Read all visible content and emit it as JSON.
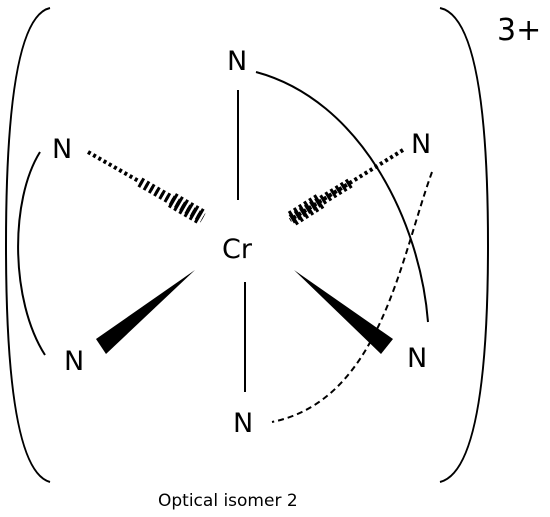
{
  "diagram": {
    "central_atom": "Cr",
    "ligands": {
      "top": "N",
      "left": "N",
      "right": "N",
      "lower_left": "N",
      "lower_right": "N",
      "bottom": "N"
    },
    "charge": "3+",
    "caption": "Optical isomer 2"
  }
}
